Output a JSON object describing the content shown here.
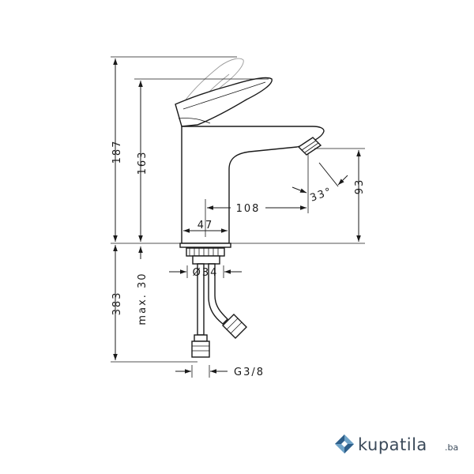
{
  "dimensions": {
    "total_height": "187",
    "spout_height": "163",
    "spout_reach": "108",
    "body_width": "47",
    "aerator_height": "93",
    "aerator_angle": "33°",
    "hole_diameter": "Ø34",
    "mounting_depth": "max. 30",
    "hose_length": "383",
    "connection_thread": "G3/8"
  },
  "brand": {
    "name": "kupatila",
    "tld": ".ba",
    "colors": {
      "mark_light": "#6fa3c8",
      "mark_dark": "#2e5f8a",
      "text": "#3b4a5a"
    }
  }
}
